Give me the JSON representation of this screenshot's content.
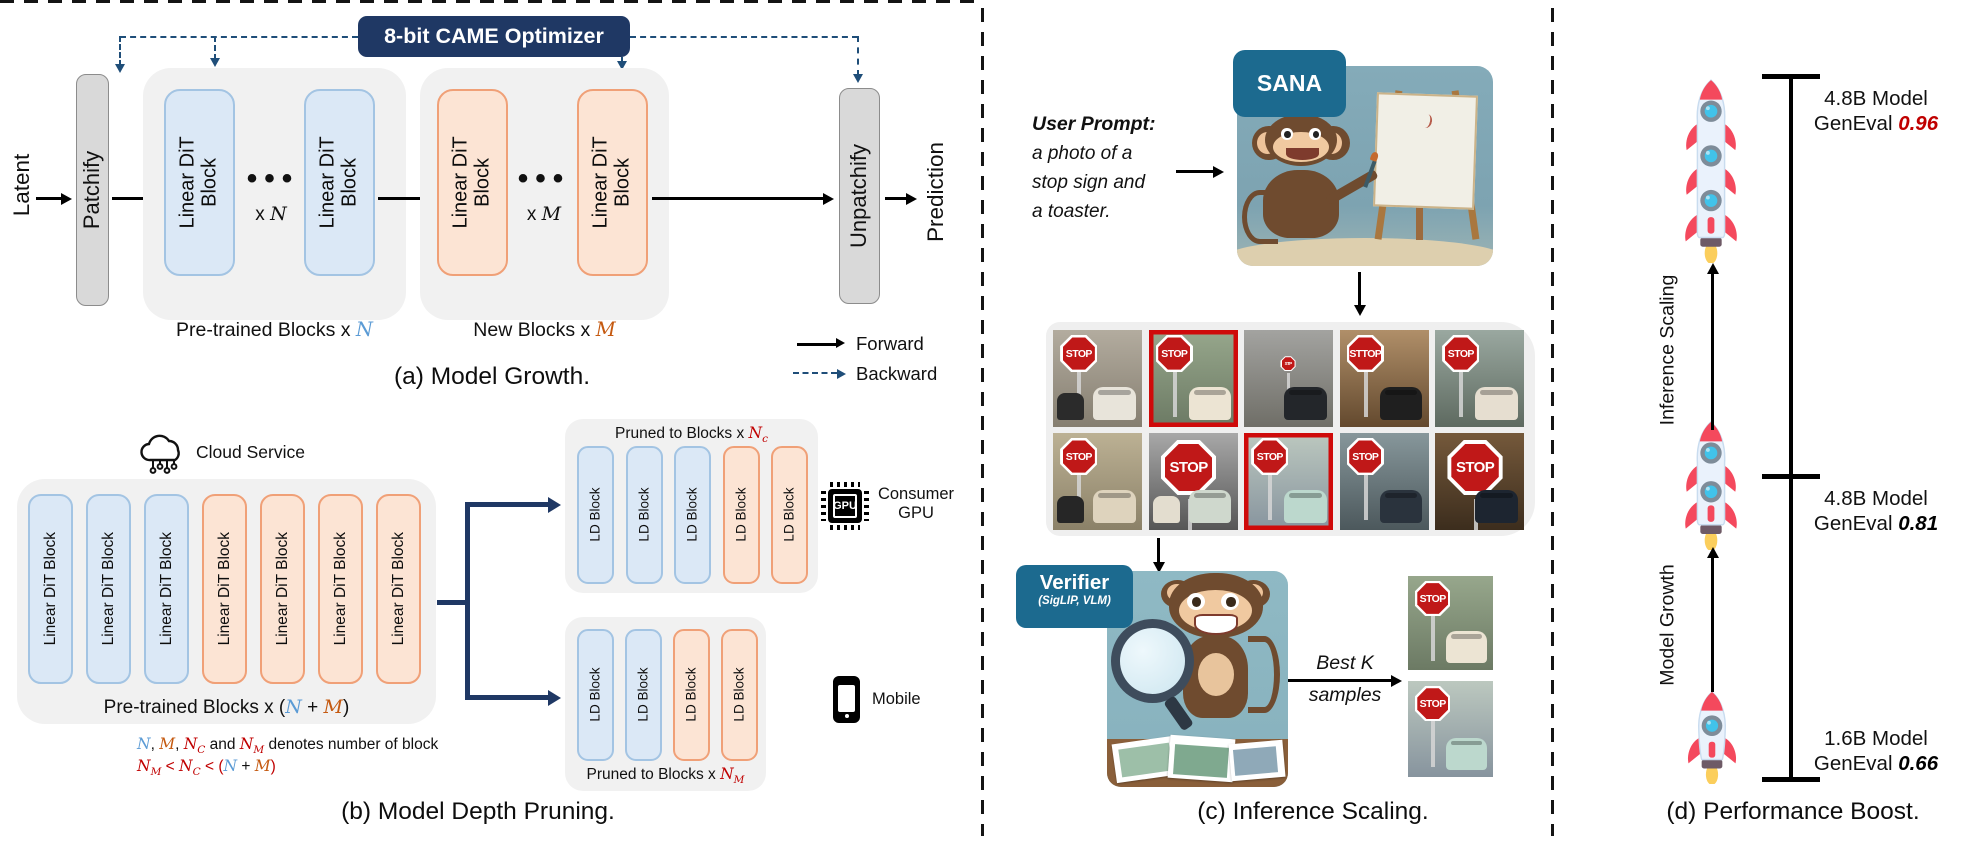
{
  "colors": {
    "navy": "#1f3864",
    "navy2": "#1f4e79",
    "teal": "#1c6a8f",
    "blueF": "#dbe8f6",
    "blueB": "#a3c4e3",
    "orangeF": "#fce4d4",
    "orangeB": "#f0a077",
    "blueN": "#5B9BD5",
    "orangeM": "#C55A11",
    "crimson": "#C00000",
    "hl": "#cf0a0a"
  },
  "panel_a": {
    "caption": "(a) Model Growth.",
    "optimizer": "8-bit CAME Optimizer",
    "latent": "Latent",
    "patchify": "Patchify",
    "unpatchify": "Unpatchify",
    "prediction": "Prediction",
    "dit_line1": "Linear DiT",
    "dit_line2": "Block",
    "dots": "•••",
    "x_prefix": "x ",
    "n": "N",
    "m": "M",
    "pretrained_prefix": "Pre-trained Blocks x ",
    "new_prefix": "New Blocks x ",
    "forward": "Forward",
    "backward": "Backward"
  },
  "panel_b": {
    "caption": "(b) Model Depth Pruning.",
    "cloud": "Cloud Service",
    "dit_block": "Linear DiT Block",
    "ld_block": "LD Block",
    "pre_prefix": "Pre-trained Blocks x (",
    "n": "N",
    "plus": " + ",
    "m": "M",
    "close": ")",
    "pruned_prefix": "Pruned to Blocks x ",
    "nc_base": "N",
    "nc_sub": "c",
    "nm_base": "N",
    "nm_sub": "M",
    "gpu_chip": "GPU",
    "consumer_l1": "Consumer",
    "consumer_l2": "GPU",
    "mobile": "Mobile",
    "note1": {
      "a": "N",
      "b": ", ",
      "c": "M",
      "d": ", ",
      "e": "N",
      "f": "C",
      "g": " and ",
      "h": "N",
      "i": "M",
      "j": " denotes number of block"
    },
    "note2": {
      "a": "N",
      "b": "M",
      "c": " < ",
      "d": "N",
      "e": "C",
      "f": " < (",
      "g": "N",
      "h": " + ",
      "i": "M",
      "j": ")"
    }
  },
  "panel_c": {
    "caption": "(c) Inference Scaling.",
    "sana": "SANA",
    "prompt_title": "User Prompt:",
    "prompt_l1": "a photo of a",
    "prompt_l2": "stop sign and",
    "prompt_l3": "a toaster.",
    "verifier": "Verifier",
    "verifier_sub": "(SigLIP, VLM)",
    "best_l1": "Best K",
    "best_l2": "samples",
    "grid": {
      "cells": [
        {
          "sign": "STOP",
          "variant": "two",
          "highlighted": false,
          "bg1": "#b3ac9f",
          "bg2": "#857e70",
          "tc": "#e8e4da",
          "tc2": "#2b2b2b"
        },
        {
          "sign": "STOP",
          "variant": "",
          "highlighted": true,
          "bg1": "#97a78c",
          "bg2": "#6c7a64",
          "tc": "#ece4d3",
          "tc2": "#222222"
        },
        {
          "sign": "STP",
          "variant": "small-sign",
          "highlighted": false,
          "bg1": "#a3a3a0",
          "bg2": "#6f6e67",
          "tc": "#23262a",
          "tc2": "#222222"
        },
        {
          "sign": "STTOP",
          "variant": "",
          "highlighted": false,
          "bg1": "#b08f69",
          "bg2": "#63492e",
          "tc": "#1f1f1f",
          "tc2": "#222222"
        },
        {
          "sign": "STOP",
          "variant": "",
          "highlighted": false,
          "bg1": "#9aa8a0",
          "bg2": "#5e6a60",
          "tc": "#e6ded0",
          "tc2": "#222222"
        },
        {
          "sign": "STOP",
          "variant": "two",
          "highlighted": false,
          "bg1": "#bcb194",
          "bg2": "#8b8168",
          "tc": "#ded3bd",
          "tc2": "#262626"
        },
        {
          "sign": "STOP",
          "variant": "big-sign two",
          "highlighted": false,
          "bg1": "#a8a8a8",
          "bg2": "#565656",
          "tc": "#cfd8cd",
          "tc2": "#e3ddcf"
        },
        {
          "sign": "STOP",
          "variant": "",
          "highlighted": true,
          "bg1": "#bcc8bf",
          "bg2": "#87949e",
          "tc": "#bcd8cd",
          "tc2": "#222222"
        },
        {
          "sign": "STOP",
          "variant": "",
          "highlighted": false,
          "bg1": "#87979b",
          "bg2": "#4c585c",
          "tc": "#2a333d",
          "tc2": "#222222"
        },
        {
          "sign": "STOP",
          "variant": "big-sign",
          "highlighted": false,
          "bg1": "#75593b",
          "bg2": "#3c2d1d",
          "tc": "#1d2530",
          "tc2": "#eeeeee"
        }
      ]
    },
    "samples": [
      {
        "sign": "STOP",
        "variant": "",
        "highlighted": false,
        "bg1": "#97a78c",
        "bg2": "#6c7a64",
        "tc": "#ece4d3",
        "tc2": "#222222"
      },
      {
        "sign": "STOP",
        "variant": "",
        "highlighted": false,
        "bg1": "#bcc8bf",
        "bg2": "#87949e",
        "tc": "#bcd8cd",
        "tc2": "#222222"
      }
    ]
  },
  "panel_d": {
    "caption": "(d) Performance Boost.",
    "inference_scaling": "Inference Scaling",
    "model_growth": "Model Growth",
    "geneval_label": "GenEval ",
    "entries": [
      {
        "model": "4.8B Model",
        "score": "0.96",
        "score_color": "#C00000"
      },
      {
        "model": "4.8B Model",
        "score": "0.81",
        "score_color": "#000000"
      },
      {
        "model": "1.6B Model",
        "score": "0.66",
        "score_color": "#000000"
      }
    ]
  }
}
